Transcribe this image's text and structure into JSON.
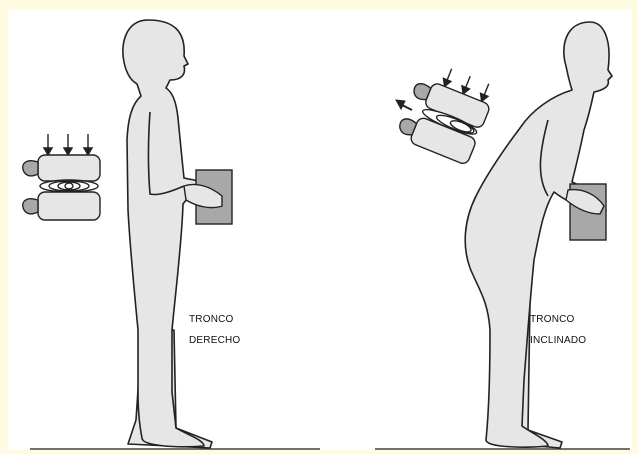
{
  "labels": {
    "left_line1": "TRONCO",
    "left_line2": "DERECHO",
    "right_line1": "TRONCO",
    "right_line2": "INCLINADO"
  },
  "colors": {
    "background": "#fffbe0",
    "panel": "#ffffff",
    "body_fill": "#e6e6e6",
    "box_fill": "#a8a8a8",
    "outline": "#222222"
  }
}
